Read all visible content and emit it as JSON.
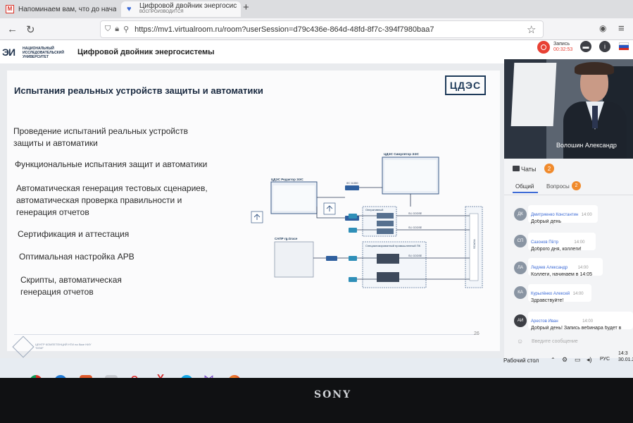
{
  "browser": {
    "tabs": [
      {
        "label": "Напоминаем вам, что до нача"
      },
      {
        "label": "Цифровой двойник энергосис",
        "sublabel": "ВОСПРОИЗВОДИТСЯ"
      }
    ],
    "new_tab": "+",
    "url": "https://mv1.virtualroom.ru/room?userSession=d79c436e-864d-48fd-8f7c-394f7980baa7"
  },
  "app": {
    "logo_mark": "ЭИ",
    "logo_text": "НАЦИОНАЛЬНЫЙ ИССЛЕДОВАТЕЛЬСКИЙ УНИВЕРСИТЕТ",
    "title": "Цифровой двойник энергосистемы",
    "record_label": "Запись",
    "record_time": "00:32:53"
  },
  "slide": {
    "title": "Испытания реальных устройств защиты и автоматики",
    "logo": "ЦДЭС",
    "bullets": [
      "Проведение испытаний реальных устройств\nзащиты и автоматики",
      "Функциональные испытания защит и автоматики",
      "Автоматическая генерация тестовых сценариев,\nавтоматическая проверка правильности и\nгенерация отчетов",
      "Сертификация и аттестация",
      "Оптимальная настройка АРВ",
      "Скрипты, автоматическая\nгенерация отчетов"
    ],
    "page_number": "26",
    "footer_text": "ЦЕНТР КОМПЕТЕНЦИЙ НТИ на базе НИУ \"МЭИ\"",
    "diagram": {
      "editor_label": "ЦДЭС Редактор ЭЭС",
      "simulator_label": "ЦДЭС Симулятор ЭЭС",
      "sapr_label": "САПР rg.Grace",
      "operational_label": "Оперативный",
      "special_label": "Специализированный промышленный ПК",
      "scada_label": "SCADA",
      "iec_labels": [
        "IEC 61850",
        "SV, GOOSE",
        "SV, GOOSE",
        "SV, GOOSE"
      ]
    }
  },
  "video": {
    "speaker": "Волошин Александр"
  },
  "chat": {
    "title": "Чаты",
    "count": "2",
    "tabs": {
      "general": "Общий",
      "questions": "Вопросы",
      "questions_count": "2"
    },
    "messages": [
      {
        "initials": "ДК",
        "name": "Дмитриенко Константин",
        "time": "14:00",
        "text": "Добрый день",
        "color": "#8a95a3"
      },
      {
        "initials": "СП",
        "name": "Сазонов Пётр",
        "time": "14:00",
        "text": "Доброго дня, коллеги!",
        "color": "#8a95a3"
      },
      {
        "initials": "ЛА",
        "name": "Ледяев Александр",
        "time": "14:00",
        "text": "Коллеги, начинаем в 14:05",
        "color": "#8a95a3"
      },
      {
        "initials": "КА",
        "name": "Курылёнко Алексей",
        "time": "14:00",
        "text": "Здравствуйте!",
        "color": "#8a95a3"
      },
      {
        "initials": "АИ",
        "name": "Арестов Иван",
        "time": "14:00",
        "text": "Добрый день! Запись вебинара будет в",
        "color": "#3d3f45"
      }
    ],
    "input_placeholder": "Введите сообщение"
  },
  "taskbar": {
    "desktop_label": "Рабочий стол",
    "lang": "РУС",
    "time": "14:3",
    "date": "30.01.2"
  },
  "monitor": {
    "brand": "SONY"
  },
  "colors": {
    "accent": "#3d6bd6",
    "record": "#e84134",
    "badge": "#f08a2c"
  }
}
